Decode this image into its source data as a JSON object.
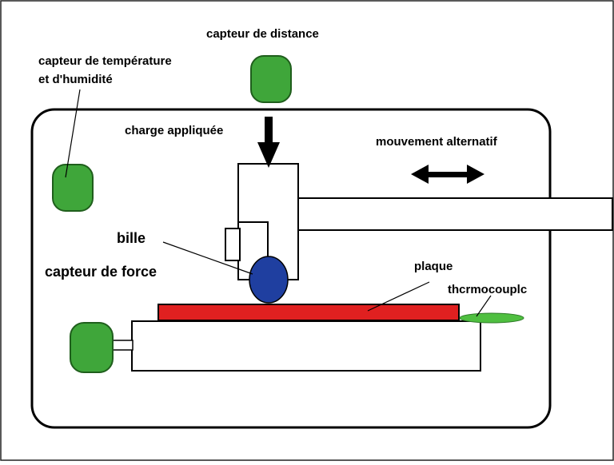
{
  "labels": {
    "distance_sensor": "capteur de distance",
    "temp_humidity_line1": "capteur de température",
    "temp_humidity_line2": "et d'humidité",
    "applied_load": "charge appliquée",
    "reciprocating_motion": "mouvement alternatif",
    "ball": "bille",
    "force_sensor": "capteur de force",
    "plate": "plaque",
    "thermocouple": "thcrmocouplc"
  },
  "colors": {
    "sensor_fill": "#3fa63a",
    "sensor_stroke": "#1f5e1c",
    "ball_fill": "#1f3fa0",
    "plate_fill": "#e02020",
    "thermocouple_fill": "#4fbf40",
    "outline": "#000000"
  }
}
